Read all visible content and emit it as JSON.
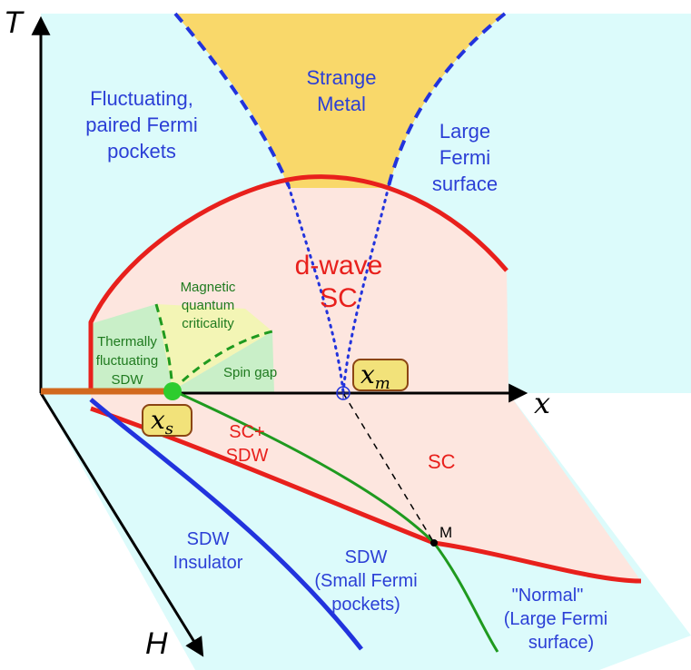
{
  "axes": {
    "t_label": "T",
    "x_label": "x",
    "h_label": "H"
  },
  "regions": {
    "strange_metal": [
      "Strange",
      "Metal"
    ],
    "fluctuating": [
      "Fluctuating,",
      "paired Fermi",
      "pockets"
    ],
    "large_fermi": [
      "Large",
      "Fermi",
      "surface"
    ],
    "dwave_sc": [
      "d-wave",
      "SC"
    ],
    "magnetic_qc": [
      "Magnetic",
      "quantum",
      "criticality"
    ],
    "thermally": [
      "Thermally",
      "fluctuating",
      "SDW"
    ],
    "spin_gap": "Spin gap",
    "sc_sdw": [
      "SC+",
      "SDW"
    ],
    "sc": "SC",
    "sdw_insulator": [
      "SDW",
      "Insulator"
    ],
    "sdw_small": [
      "SDW",
      "(Small Fermi",
      "pockets)"
    ],
    "normal": [
      "\"Normal\"",
      "(Large Fermi",
      "surface)"
    ]
  },
  "points": {
    "xs_label": "x",
    "xs_sub": "s",
    "xm_label": "x",
    "xm_sub": "m",
    "m_label": "M"
  },
  "colors": {
    "light_cyan": "#dcfbfb",
    "pink": "#fde6df",
    "gold": "#f9d86a",
    "light_green": "#c9efc8",
    "light_yellow": "#f3f5b5",
    "red": "#e8201c",
    "blue": "#2233dd",
    "green": "#1f9a1f",
    "orange": "#d2691e",
    "label_blue": "#2b3fd6",
    "label_green": "#1f7a1f"
  }
}
